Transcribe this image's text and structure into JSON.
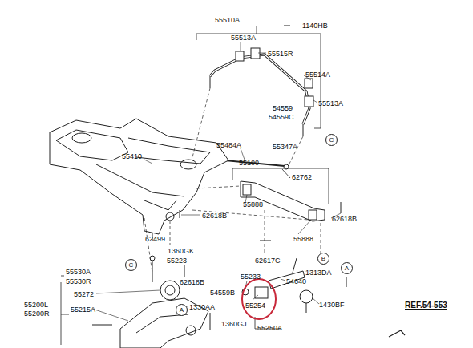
{
  "diagram": {
    "nodes": [
      {
        "text": [
          "C"
        ]
      },
      {
        "text": [
          "B"
        ]
      },
      {
        "text": [
          "A"
        ]
      },
      {
        "text": [
          "C"
        ]
      },
      {
        "text": [
          "A"
        ]
      }
    ],
    "labels": [
      "55510A",
      "1140HB",
      "55513A",
      "55515R",
      "55514A",
      "55513A",
      "55484A",
      "54559",
      "54559C",
      "55347A",
      "55410",
      "55100",
      "62762",
      "55888",
      "62618B",
      "55888",
      "62618B",
      "62499",
      "1360GK",
      "55223",
      "55530A",
      "55530R",
      "62618B",
      "62617C",
      "55233",
      "54640",
      "1313DA",
      "54559B",
      "55254",
      "55272",
      "1430BF",
      "55200L",
      "55200R",
      "55215A",
      "1330AA",
      "1360GJ",
      "55250A",
      "REF.54-553"
    ]
  }
}
